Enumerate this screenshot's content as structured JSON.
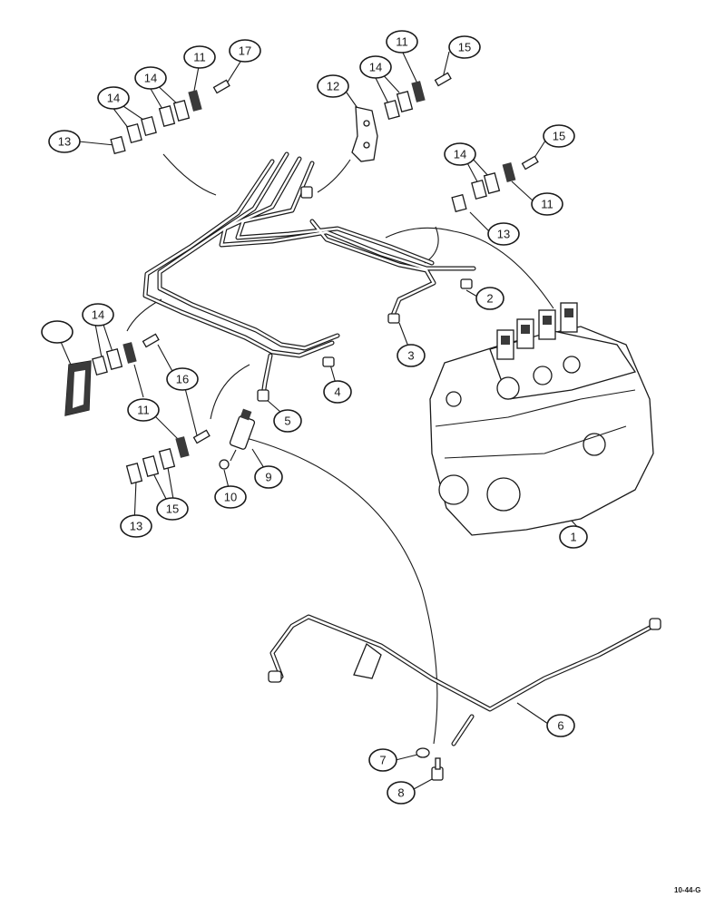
{
  "drawing_id": "10-44-G",
  "callouts": [
    {
      "id": "c1",
      "label": "1"
    },
    {
      "id": "c2",
      "label": "2"
    },
    {
      "id": "c3",
      "label": "3"
    },
    {
      "id": "c4",
      "label": "4"
    },
    {
      "id": "c5",
      "label": "5"
    },
    {
      "id": "c6",
      "label": "6"
    },
    {
      "id": "c7",
      "label": "7"
    },
    {
      "id": "c8",
      "label": "8"
    },
    {
      "id": "c9",
      "label": "9"
    },
    {
      "id": "c10",
      "label": "10"
    },
    {
      "id": "c11a",
      "label": "11"
    },
    {
      "id": "c11b",
      "label": "11"
    },
    {
      "id": "c11c",
      "label": "11"
    },
    {
      "id": "c11d",
      "label": "11"
    },
    {
      "id": "c12",
      "label": "12"
    },
    {
      "id": "c13a",
      "label": "13"
    },
    {
      "id": "c13b",
      "label": "13"
    },
    {
      "id": "c13c",
      "label": "13"
    },
    {
      "id": "c14a",
      "label": "14"
    },
    {
      "id": "c14b",
      "label": "14"
    },
    {
      "id": "c14c",
      "label": "14"
    },
    {
      "id": "c14d",
      "label": "14"
    },
    {
      "id": "c14e",
      "label": "14"
    },
    {
      "id": "c15a",
      "label": "15"
    },
    {
      "id": "c15b",
      "label": "15"
    },
    {
      "id": "c15c",
      "label": "15"
    },
    {
      "id": "c16",
      "label": "16"
    },
    {
      "id": "c17",
      "label": "17"
    }
  ]
}
